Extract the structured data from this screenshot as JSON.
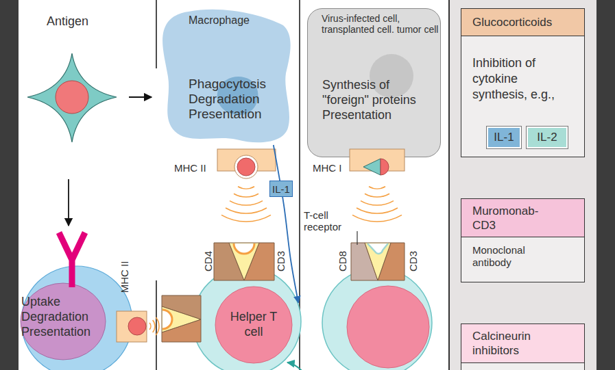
{
  "diagram": {
    "nodes": [
      {
        "text": [
          "Macrophage",
          "Phagocytosis Degradation Presentation"
        ]
      },
      {
        "text": [
          "Virus-infected cell, transplanted cell. tumor cell",
          "Synthesis of \"foreign\" proteins Presentation"
        ]
      },
      {
        "text": [
          "Glucocorticoids",
          "Inhibition of cytokine synthesis, e.g.,"
        ]
      },
      {
        "text": [
          "IL-1"
        ],
        "in": 2
      },
      {
        "text": [
          "IL-2"
        ],
        "in": 2
      },
      {
        "text": [
          "Muromonab-CD3",
          "Monoclonal antibody"
        ]
      },
      {
        "text": [
          "Uptake Degradation Presentation"
        ]
      },
      {
        "text": [
          "Helper T cell"
        ]
      },
      {
        "text": [
          "Calcineurin inhibitors"
        ]
      }
    ],
    "edges": [
      {
        "from": 0,
        "to": 7,
        "arrow": "to",
        "label": "IL-1"
      }
    ],
    "labels": [
      "Antigen",
      "MHC II",
      "MHC I",
      "T-cell receptor",
      "CD4",
      "CD3",
      "CD8",
      "CD3",
      "MHC II"
    ]
  }
}
